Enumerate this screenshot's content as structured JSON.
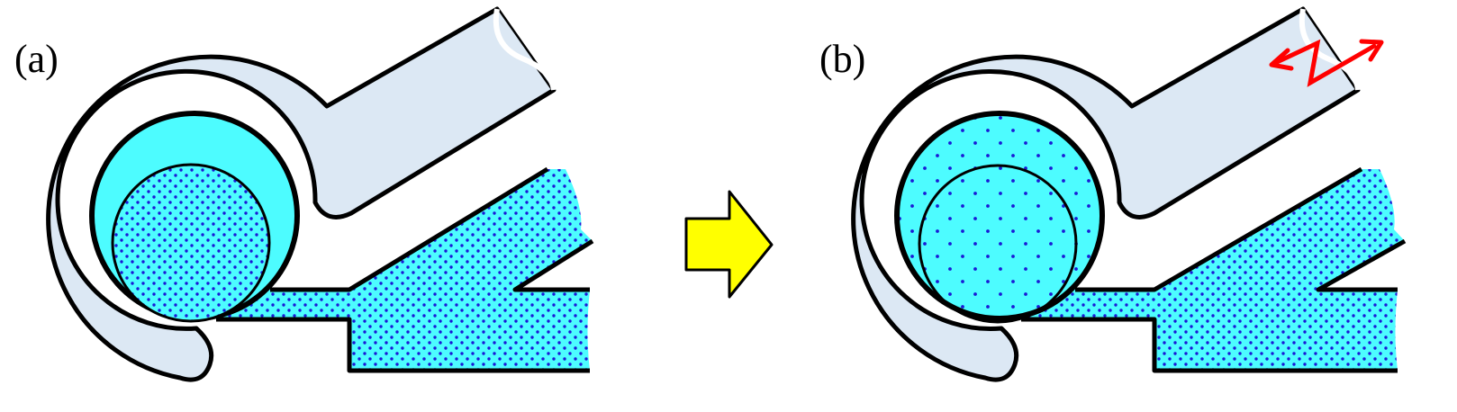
{
  "panels": [
    {
      "id": "a",
      "label": "(a)"
    },
    {
      "id": "b",
      "label": "(b)"
    }
  ],
  "colors": {
    "shell": "#dce8f4",
    "cyan": "#4dfcff",
    "dots": "#1a1ad6",
    "outline": "#000000",
    "transition_arrow": "#ffff00",
    "vibration_arrow": "#ff0000"
  },
  "icons": {
    "transition": "right-arrow",
    "vibration": "zigzag-double-arrow"
  }
}
